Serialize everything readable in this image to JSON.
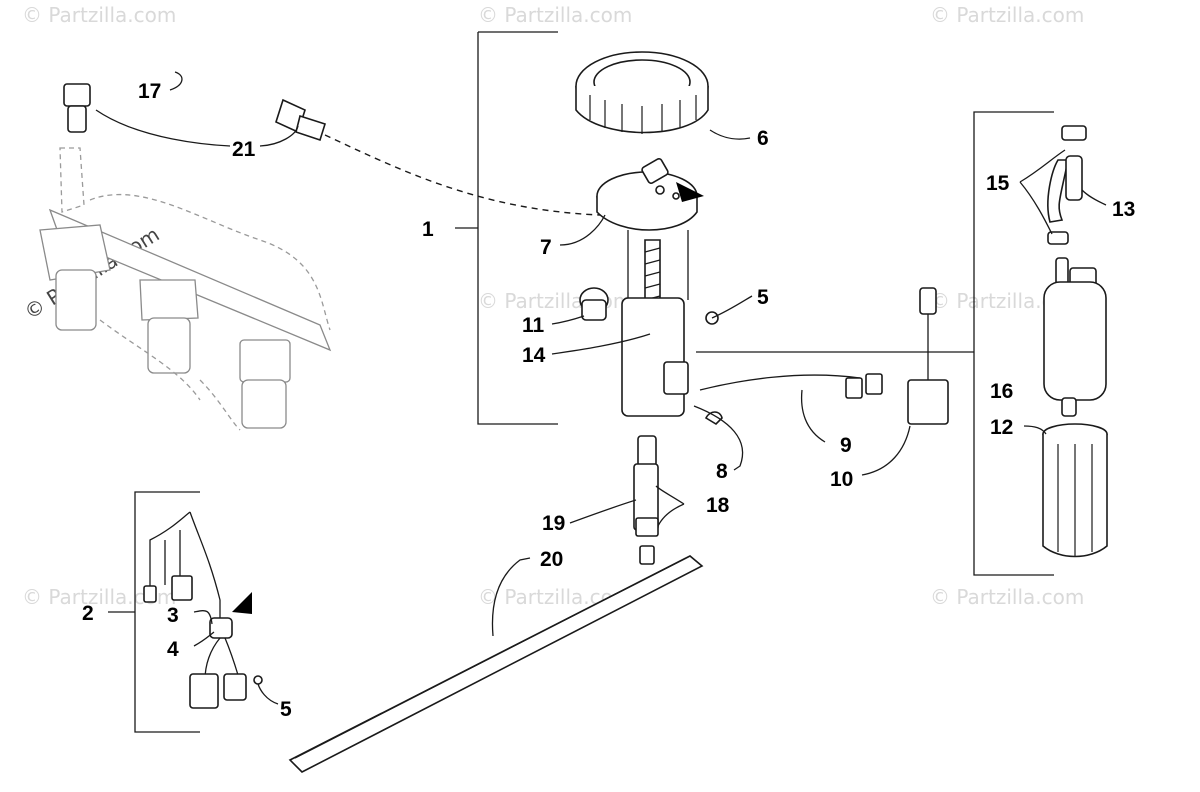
{
  "watermark": {
    "text": "© Partzilla.com"
  },
  "callouts": {
    "c1": "1",
    "c2": "2",
    "c3": "3",
    "c4": "4",
    "c5a": "5",
    "c5b": "5",
    "c6": "6",
    "c7": "7",
    "c8": "8",
    "c9": "9",
    "c10": "10",
    "c11": "11",
    "c12": "12",
    "c13": "13",
    "c14": "14",
    "c15": "15",
    "c16": "16",
    "c17": "17",
    "c18": "18",
    "c19": "19",
    "c20": "20",
    "c21": "21"
  },
  "icons": {
    "direction_marker": "black-triangle-arrow"
  }
}
